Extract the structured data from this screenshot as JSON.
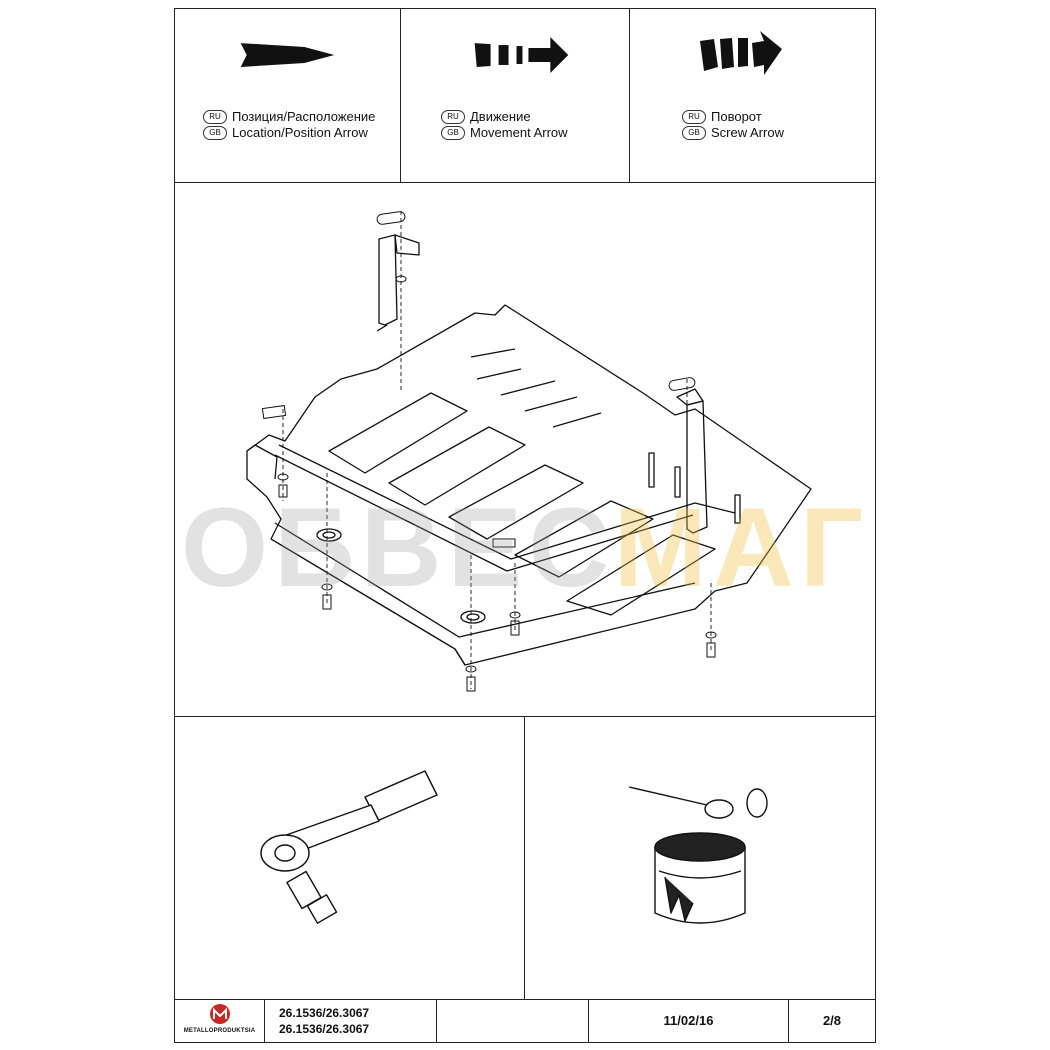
{
  "legend": [
    {
      "ru_tag": "RU",
      "gb_tag": "GB",
      "ru_label": "Позиция/Расположение",
      "gb_label": "Location/Position Arrow"
    },
    {
      "ru_tag": "RU",
      "gb_tag": "GB",
      "ru_label": "Движение",
      "gb_label": "Movement Arrow"
    },
    {
      "ru_tag": "RU",
      "gb_tag": "GB",
      "ru_label": "Поворот",
      "gb_label": "Screw Arrow"
    }
  ],
  "watermark": {
    "part_a": "ОБВЕС",
    "part_b": "МАГ"
  },
  "footer": {
    "logo_text": "METALLOPRODUKTSIA",
    "part_number_1": "26.1536/26.3067",
    "part_number_2": "26.1536/26.3067",
    "date": "11/02/16",
    "page": "2/8"
  }
}
